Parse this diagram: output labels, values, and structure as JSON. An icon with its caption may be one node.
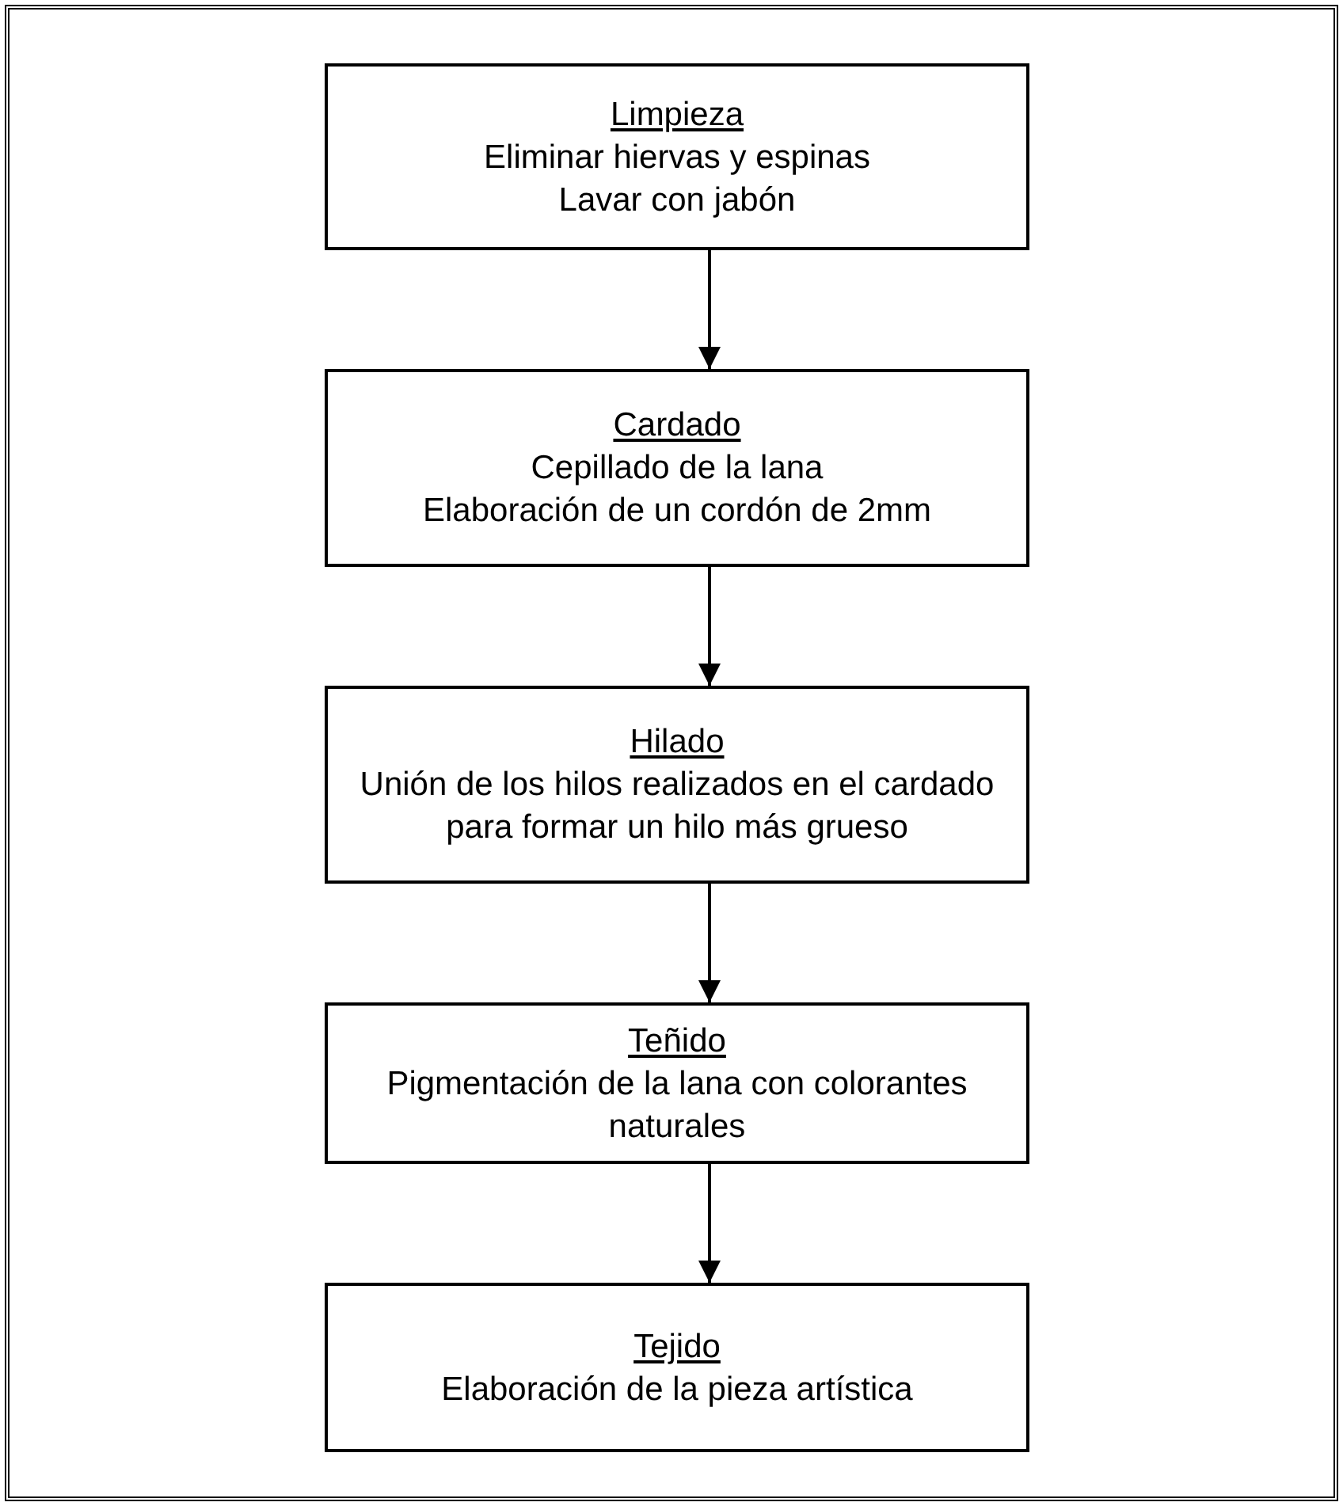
{
  "diagram": {
    "nodes": [
      {
        "text": [
          "Limpieza",
          "Eliminar hiervas y espinas",
          "Lavar con jabón"
        ]
      },
      {
        "text": [
          "Cardado",
          "Cepillado de la lana",
          "Elaboración de un cordón de 2mm"
        ]
      },
      {
        "text": [
          "Hilado",
          "Unión de los hilos realizados en el cardado para formar un hilo más grueso"
        ]
      },
      {
        "text": [
          "Teñido",
          "Pigmentación de la lana con colorantes naturales"
        ]
      },
      {
        "text": [
          "Tejido",
          "Elaboración de la pieza artística"
        ]
      }
    ],
    "edges": [
      {
        "from": 0,
        "to": 1,
        "arrow": "to"
      },
      {
        "from": 1,
        "to": 2,
        "arrow": "to"
      },
      {
        "from": 2,
        "to": 3,
        "arrow": "to"
      },
      {
        "from": 3,
        "to": 4,
        "arrow": "to"
      }
    ]
  }
}
